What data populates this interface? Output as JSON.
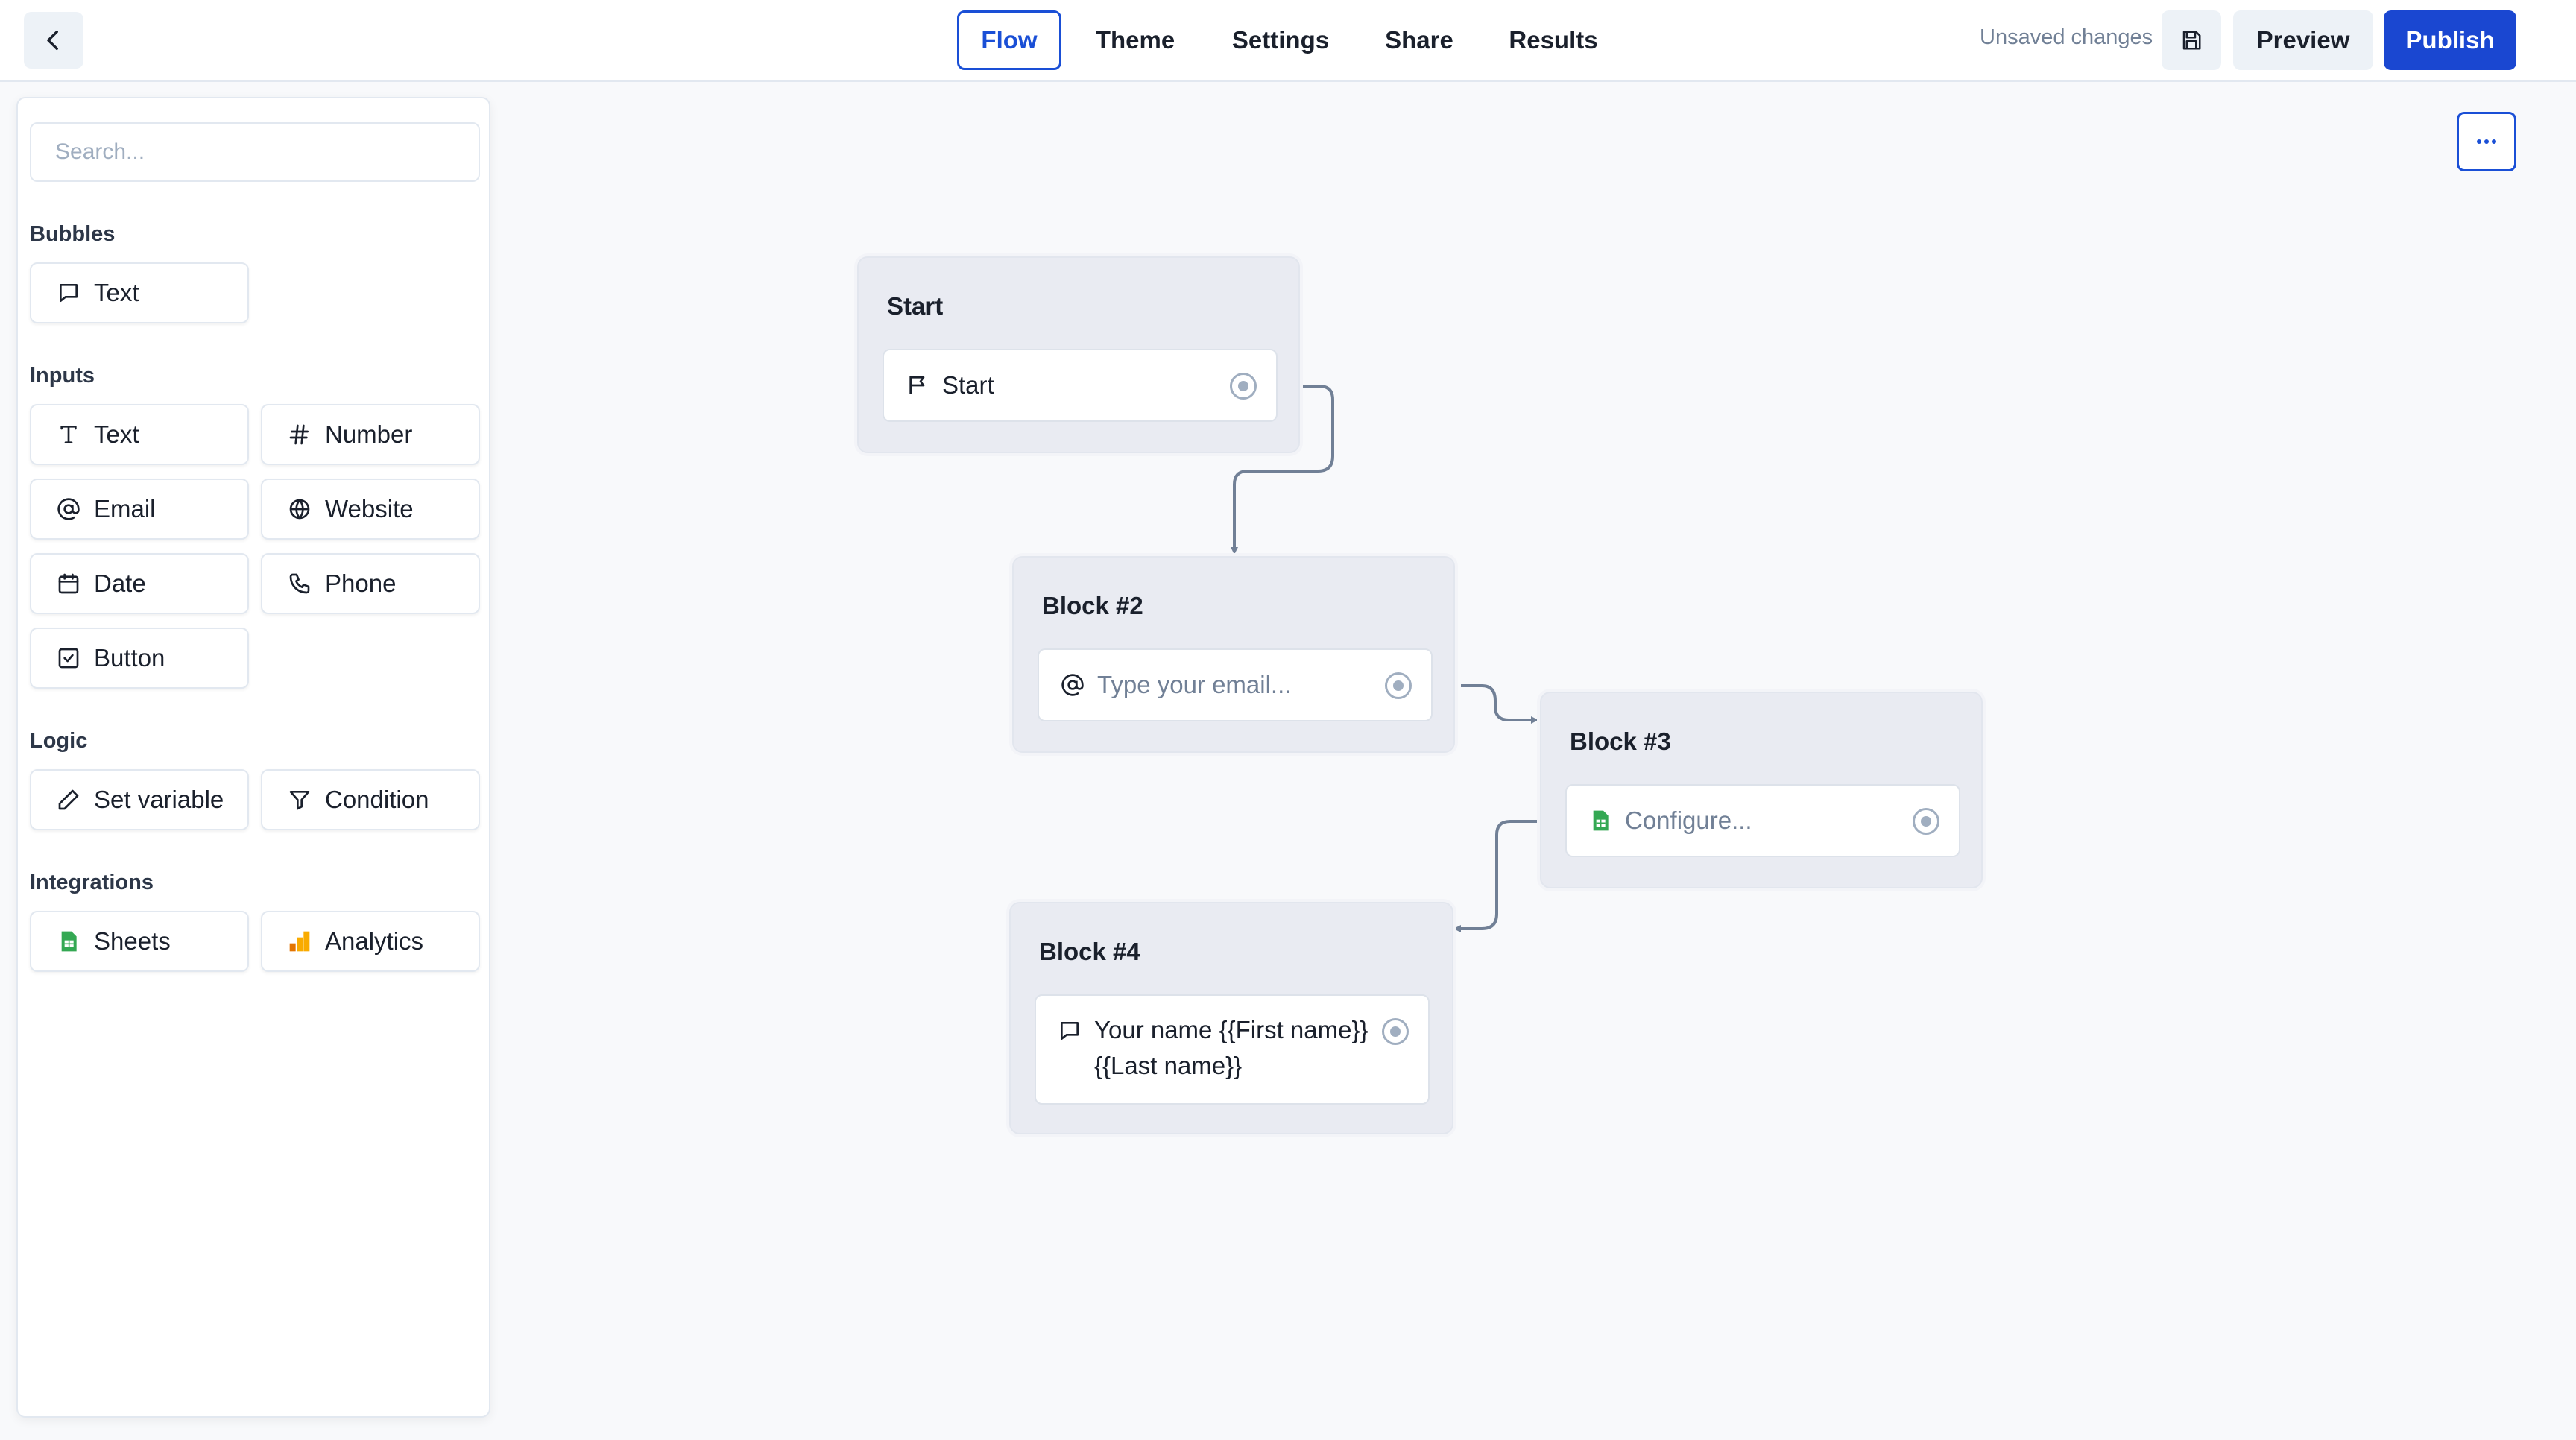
{
  "header": {
    "tabs": [
      {
        "label": "Flow",
        "active": true
      },
      {
        "label": "Theme",
        "active": false
      },
      {
        "label": "Settings",
        "active": false
      },
      {
        "label": "Share",
        "active": false
      },
      {
        "label": "Results",
        "active": false
      }
    ],
    "status": "Unsaved changes",
    "preview_label": "Preview",
    "publish_label": "Publish"
  },
  "sidebar": {
    "search": {
      "placeholder": "Search..."
    },
    "sections": [
      {
        "label": "Bubbles",
        "items": [
          {
            "label": "Text",
            "icon": "chat-bubble-icon"
          }
        ]
      },
      {
        "label": "Inputs",
        "items": [
          {
            "label": "Text",
            "icon": "text-t-icon"
          },
          {
            "label": "Number",
            "icon": "hash-icon"
          },
          {
            "label": "Email",
            "icon": "at-icon"
          },
          {
            "label": "Website",
            "icon": "globe-icon"
          },
          {
            "label": "Date",
            "icon": "calendar-icon"
          },
          {
            "label": "Phone",
            "icon": "phone-icon"
          },
          {
            "label": "Button",
            "icon": "checkbox-icon"
          }
        ]
      },
      {
        "label": "Logic",
        "items": [
          {
            "label": "Set variable",
            "icon": "pencil-icon"
          },
          {
            "label": "Condition",
            "icon": "filter-icon"
          }
        ]
      },
      {
        "label": "Integrations",
        "items": [
          {
            "label": "Sheets",
            "icon": "sheets-icon"
          },
          {
            "label": "Analytics",
            "icon": "analytics-icon"
          }
        ]
      }
    ]
  },
  "canvas": {
    "blocks": [
      {
        "title": "Start",
        "step": {
          "text": "Start",
          "icon": "flag-icon"
        }
      },
      {
        "title": "Block #2",
        "step": {
          "text": "Type your email...",
          "icon": "at-icon",
          "placeholder": true
        }
      },
      {
        "title": "Block #3",
        "step": {
          "text": "Configure...",
          "icon": "sheets-icon",
          "placeholder": true
        }
      },
      {
        "title": "Block #4",
        "step": {
          "line1": "Your name {{First name}}",
          "line2": "{{Last name}}",
          "icon": "chat-bubble-icon"
        }
      }
    ]
  },
  "colors": {
    "accent": "#1a47d1",
    "sheets_green": "#34a853",
    "analytics_orange": "#f9ab00",
    "edge": "#718096"
  }
}
